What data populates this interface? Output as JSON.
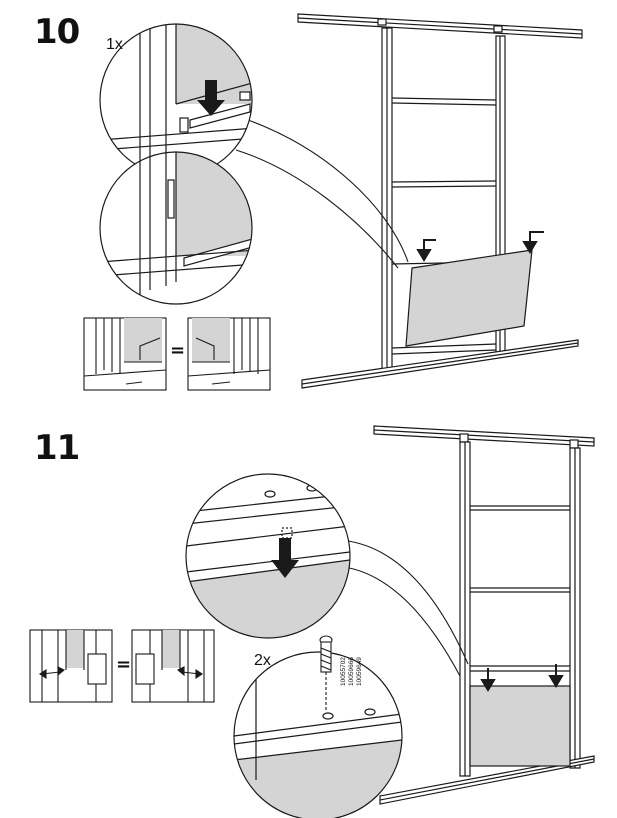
{
  "step10": {
    "number": "10",
    "quantity": "1x",
    "equals": "="
  },
  "step11": {
    "number": "11",
    "quantity": "2x",
    "equals": "=",
    "part_codes": [
      "10055702",
      "10059666",
      "10059649"
    ]
  },
  "colors": {
    "line": "#1a1a1a",
    "panel_fill": "#d4d4d4",
    "background": "#ffffff"
  }
}
